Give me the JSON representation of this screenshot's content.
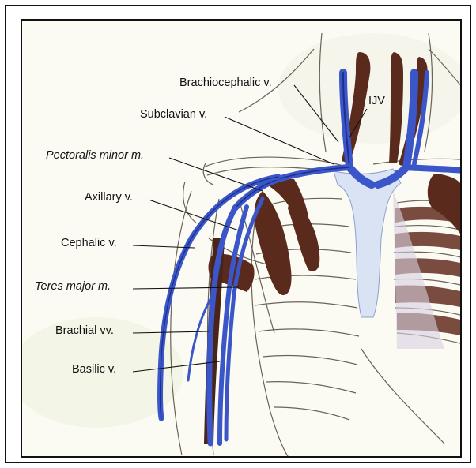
{
  "labels": {
    "brachiocephalic": "Brachiocephalic v.",
    "subclavian": "Subclavian v.",
    "ijv": "IJV",
    "pectoralis_minor": "Pectoralis minor m.",
    "axillary": "Axillary v.",
    "cephalic": "Cephalic v.",
    "teres_major": "Teres major m.",
    "brachial": "Brachial vv.",
    "basilic": "Basilic v."
  },
  "colors": {
    "vein": "#3b56c9",
    "vein_dark": "#1e2f8a",
    "muscle": "#5a2a1c",
    "bone_line": "#6b6355",
    "vein_light": "#c9d6ee"
  }
}
